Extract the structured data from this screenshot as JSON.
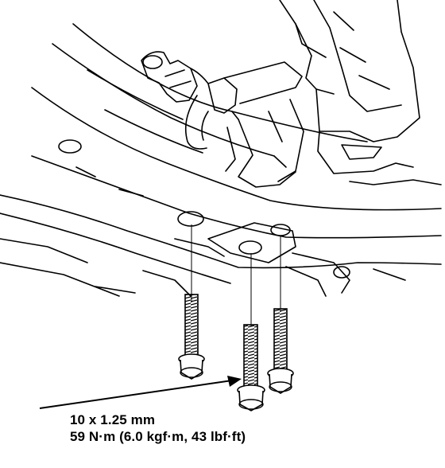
{
  "callout": {
    "line1": "10 x 1.25 mm",
    "line2": "59 N·m (6.0 kgf·m, 43 lbf·ft)"
  },
  "colors": {
    "ink": "#000000",
    "paper": "#ffffff"
  },
  "parts": {
    "bolt_count": 3
  }
}
